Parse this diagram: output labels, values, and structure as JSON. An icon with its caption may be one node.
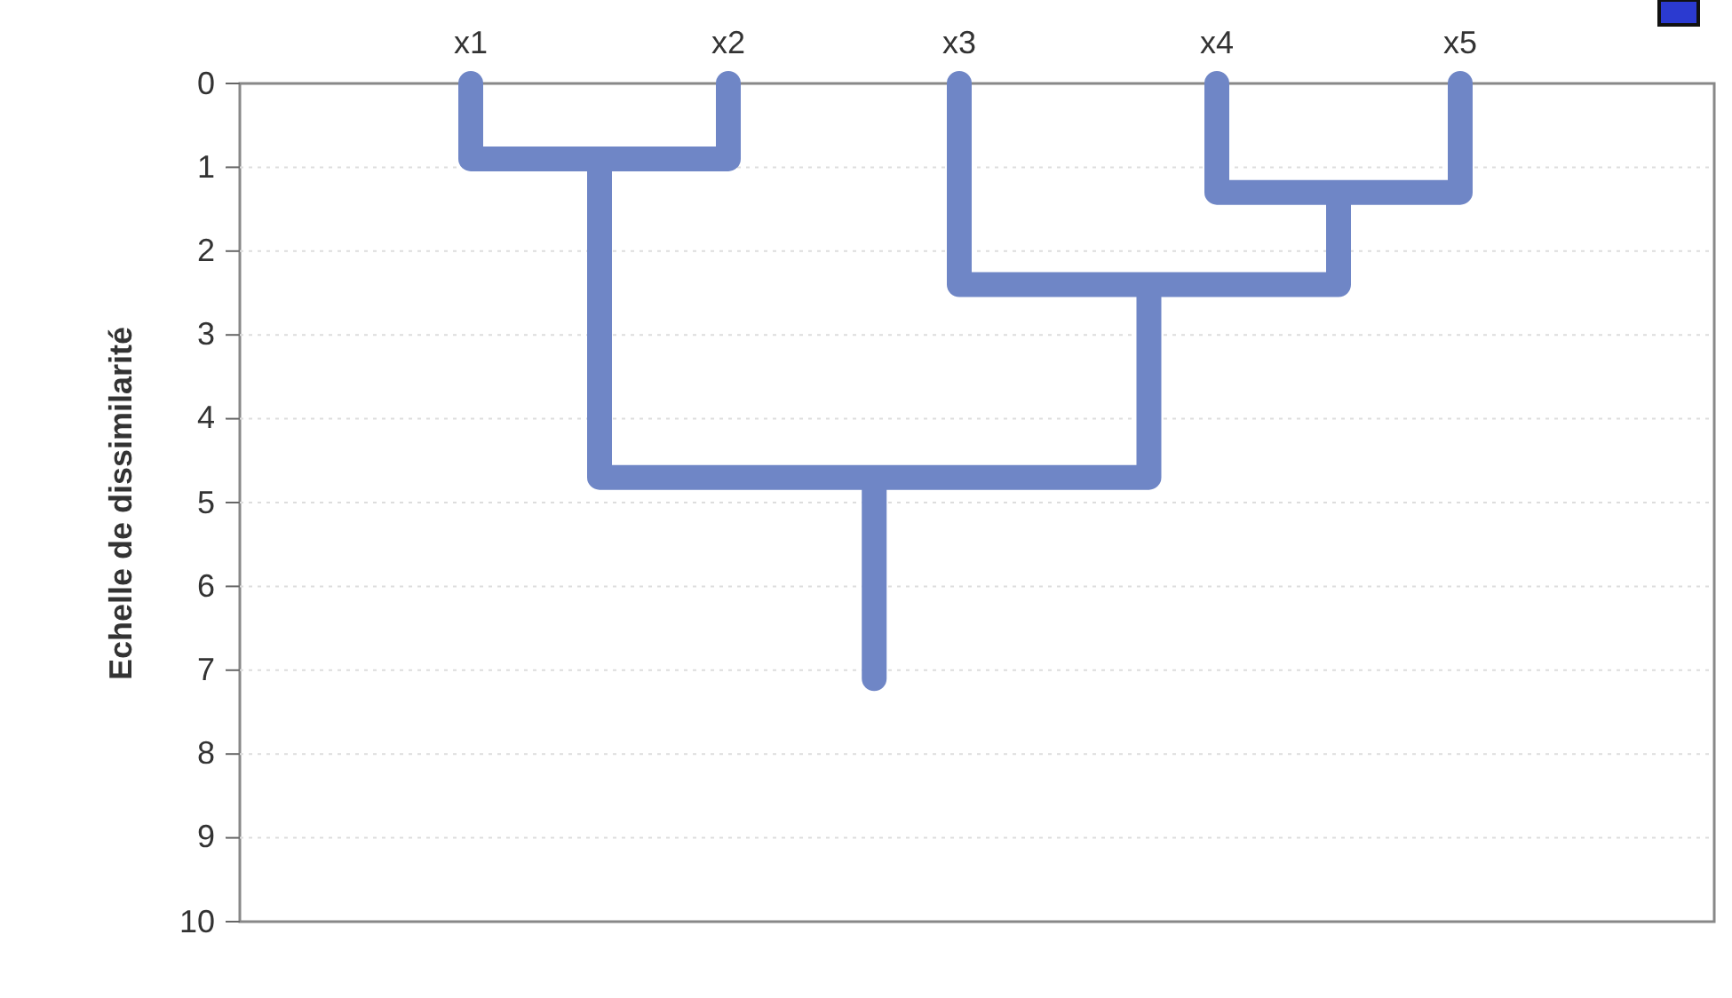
{
  "diagram": {
    "labels": [
      "x1",
      "x2",
      "x3",
      "x4",
      "x5",
      "0",
      "1",
      "2",
      "3",
      "4",
      "5",
      "6",
      "7",
      "8",
      "9",
      "10",
      "Echelle de dissimilarité"
    ]
  }
}
